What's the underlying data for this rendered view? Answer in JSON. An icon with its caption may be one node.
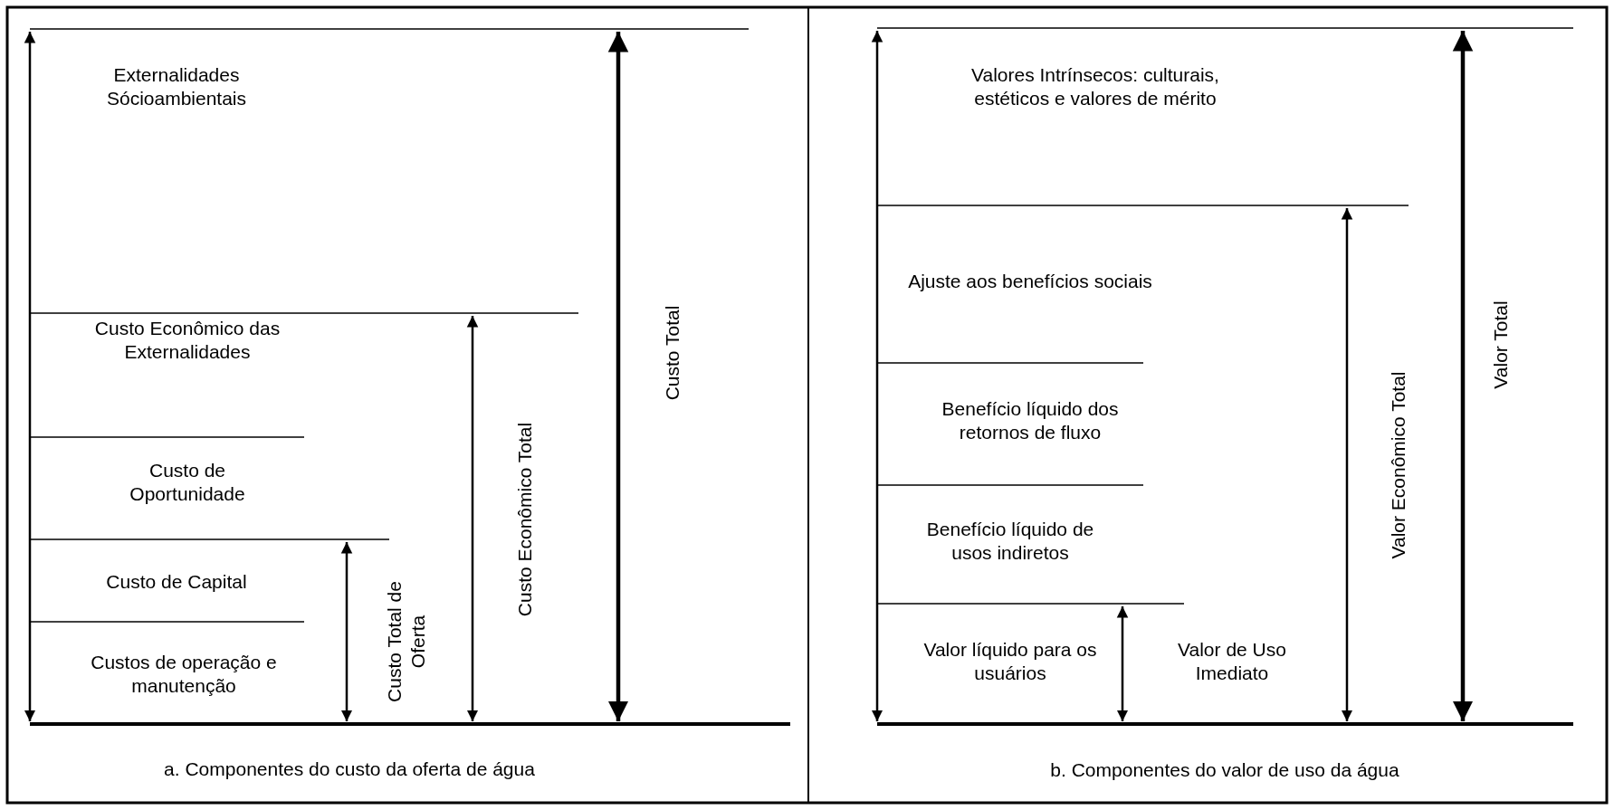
{
  "diagram": {
    "labels": [
      "Externalidades Sócioambientais",
      "Custo Econômico das Externalidades",
      "Custo de Oportunidade",
      "Custo de Capital",
      "Custos de operação e manutenção",
      "Custo Total de Oferta",
      "Custo Econômico Total",
      "Custo Total",
      "a. Componentes do custo da oferta de água",
      "Valores Intrínsecos: culturais, estéticos e valores de mérito",
      "Ajuste aos benefícios sociais",
      "Benefício líquido dos retornos de fluxo",
      "Benefício líquido de usos indiretos",
      "Valor líquido para os usuários",
      "Valor de Uso Imediato",
      "Valor Econômico Total",
      "Valor Total",
      "b. Componentes do valor de uso da água"
    ]
  }
}
